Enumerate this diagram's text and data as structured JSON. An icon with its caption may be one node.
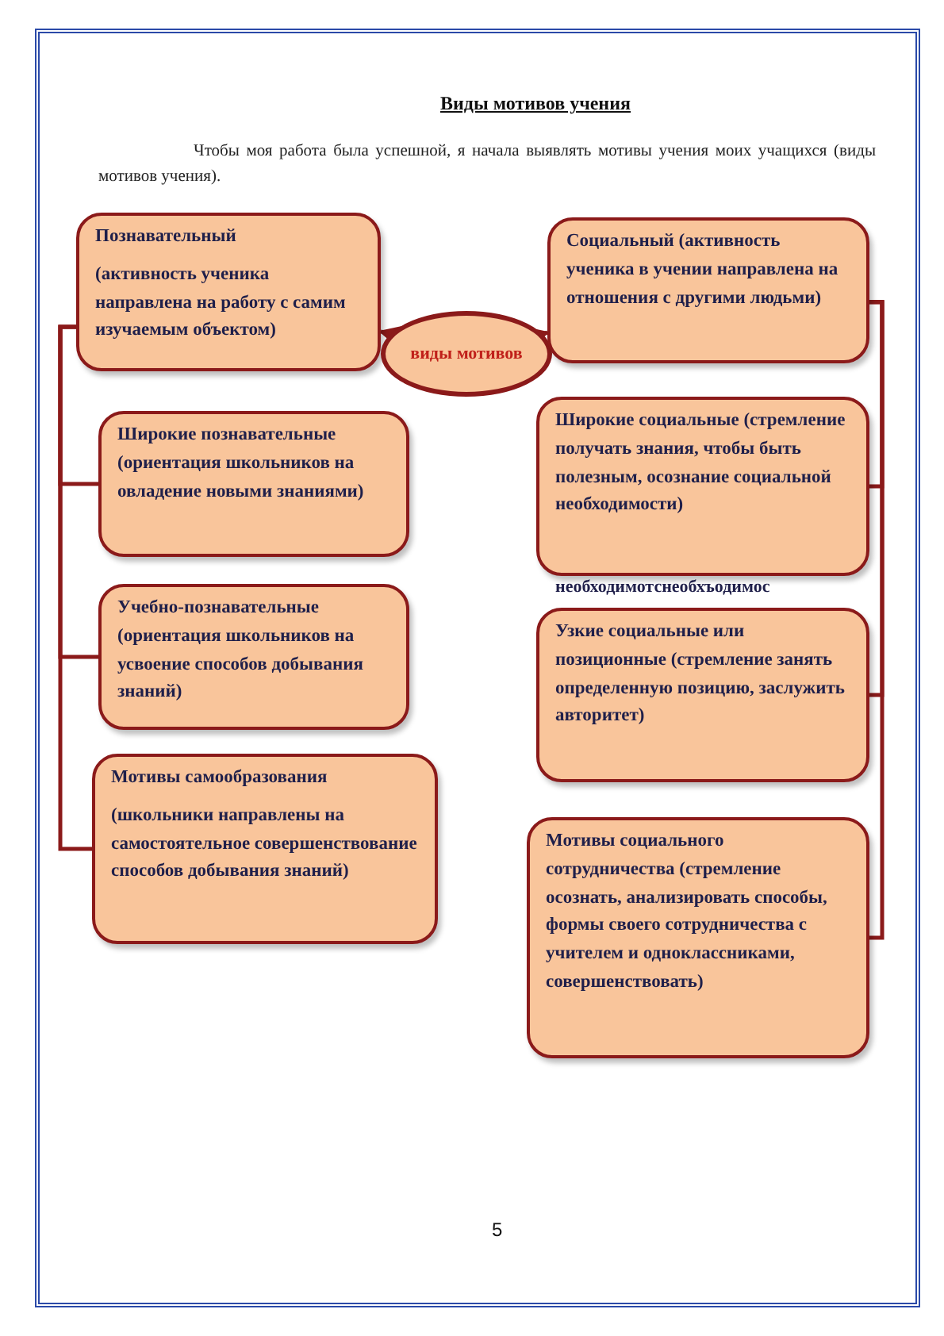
{
  "diagram": {
    "title": "Виды мотивов учения",
    "nodes": [
      {
        "text": [
          "Познавательный",
          "(активность ученика направлена на работу с самим изучаемым объектом)"
        ]
      },
      {
        "text": [
          "виды мотивов"
        ]
      },
      {
        "text": [
          "Социальный (активность ученика в учении направлена на отношения с другими людьми)"
        ]
      },
      {
        "text": [
          "Широкие познавательные (ориентация школьников на овладение новыми знаниями)"
        ]
      },
      {
        "text": [
          "Учебно-познавательные (ориентация школьников на усвоение способов добывания знаний)"
        ]
      },
      {
        "text": [
          "Мотивы самообразования",
          "(школьники направлены на самостоятельное совершенствование способов добывания знаний)"
        ]
      },
      {
        "text": [
          "Широкие социальные (стремление получать знания, чтобы быть полезным, осознание социальной необходимости)"
        ]
      },
      {
        "text": [
          "Узкие социальные или позиционные (стремление занять определенную позицию, заслужить авторитет)"
        ]
      },
      {
        "text": [
          "Мотивы социального сотрудничества (стремление осознать, анализировать способы,  формы своего сотрудничества с учителем и одноклассниками, совершенствовать)"
        ]
      }
    ],
    "edges": [
      {
        "from": 1,
        "to": 0,
        "arrow": "to"
      },
      {
        "from": 1,
        "to": 2,
        "arrow": "to"
      },
      {
        "from": 0,
        "to": 3,
        "arrow": "none"
      },
      {
        "from": 0,
        "to": 4,
        "arrow": "none"
      },
      {
        "from": 0,
        "to": 5,
        "arrow": "none"
      },
      {
        "from": 2,
        "to": 6,
        "arrow": "none"
      },
      {
        "from": 2,
        "to": 7,
        "arrow": "none"
      },
      {
        "from": 2,
        "to": 8,
        "arrow": "none"
      }
    ],
    "labels": [
      "Чтобы моя работа была успешной, я начала выявлять мотивы учения моих учащихся (виды мотивов учения).",
      "необходимотснеобхъодимос",
      "5"
    ]
  }
}
